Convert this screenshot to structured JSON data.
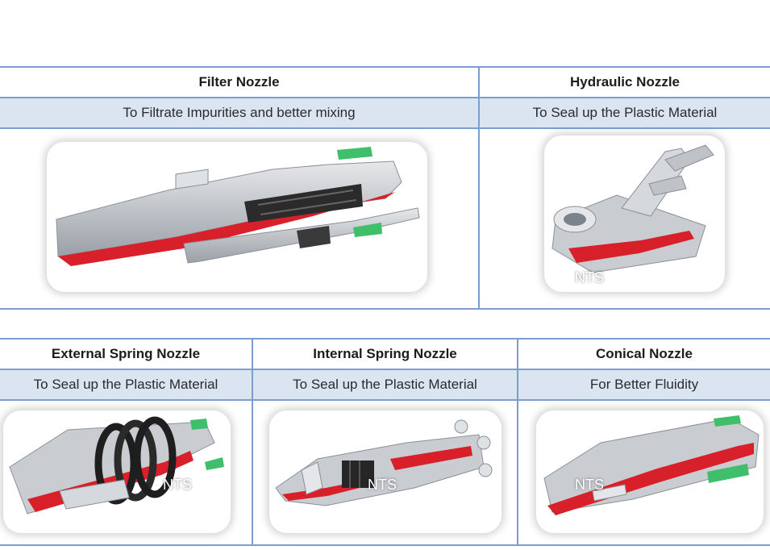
{
  "nozzles_top": [
    {
      "title": "Filter Nozzle",
      "description": "To Filtrate Impurities and better mixing"
    },
    {
      "title": "Hydraulic Nozzle",
      "description": "To Seal up the Plastic Material"
    }
  ],
  "nozzles_bottom": [
    {
      "title": "External Spring Nozzle",
      "description": "To Seal up the Plastic Material"
    },
    {
      "title": "Internal Spring Nozzle",
      "description": "To Seal up the Plastic Material"
    },
    {
      "title": "Conical Nozzle",
      "description": "For Better Fluidity"
    }
  ],
  "watermark": "NTS",
  "colors": {
    "border": "#7a9fcf",
    "description_bg": "#dbe5f2",
    "metal": "#c9cdd2",
    "accent_red": "#d8202a",
    "accent_green": "#3fbf6a"
  },
  "icons": [
    "filter-nozzle-illustration",
    "hydraulic-nozzle-illustration",
    "external-spring-nozzle-illustration",
    "internal-spring-nozzle-illustration",
    "conical-nozzle-illustration"
  ]
}
